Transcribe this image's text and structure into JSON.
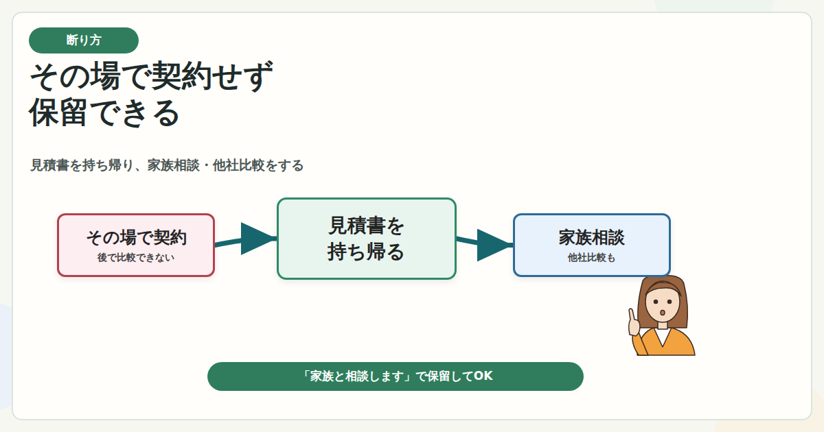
{
  "diagram": {
    "title": "その場で契約せず 保留できる",
    "nodes": [
      {
        "text": [
          "断り方"
        ]
      },
      {
        "text": [
          "その場で契約",
          "後で比較できない"
        ]
      },
      {
        "text": [
          "見積書を 持ち帰る"
        ]
      },
      {
        "text": [
          "家族相談",
          "他社比較も"
        ]
      },
      {
        "text": [
          "「家族と相談します」で保留してOK"
        ]
      }
    ],
    "edges": [
      {
        "from": 1,
        "to": 2,
        "arrow": "to"
      },
      {
        "from": 2,
        "to": 3,
        "arrow": "to"
      }
    ],
    "labels": [
      "見積書を持ち帰り、家族相談・他社比較をする"
    ]
  }
}
